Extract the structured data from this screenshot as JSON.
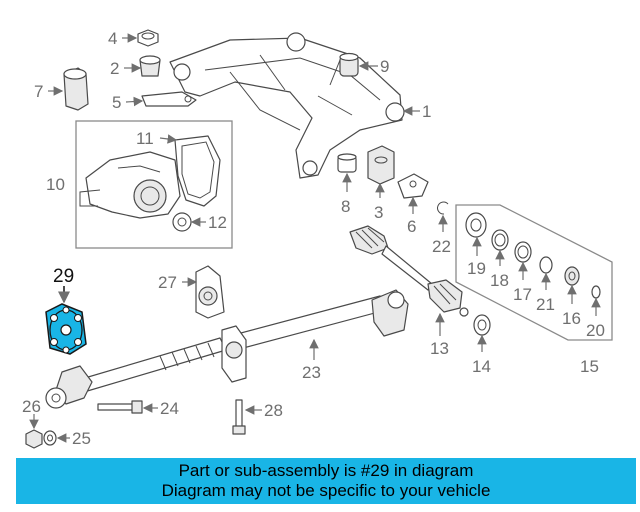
{
  "callouts": {
    "c1": "1",
    "c2": "2",
    "c3": "3",
    "c4": "4",
    "c5": "5",
    "c6": "6",
    "c7": "7",
    "c8": "8",
    "c9": "9",
    "c10": "10",
    "c11": "11",
    "c12": "12",
    "c13": "13",
    "c14": "14",
    "c15": "15",
    "c16": "16",
    "c17": "17",
    "c18": "18",
    "c19": "19",
    "c20": "20",
    "c21": "21",
    "c22": "22",
    "c23": "23",
    "c24": "24",
    "c25": "25",
    "c26": "26",
    "c27": "27",
    "c28": "28",
    "c29": "29"
  },
  "highlight": {
    "part_number": "29",
    "color": "#19b5e6"
  },
  "banner": {
    "line1": "Part or sub-assembly is #29 in diagram",
    "line2": "Diagram may not be specific to your vehicle",
    "background": "#19b5e6"
  }
}
